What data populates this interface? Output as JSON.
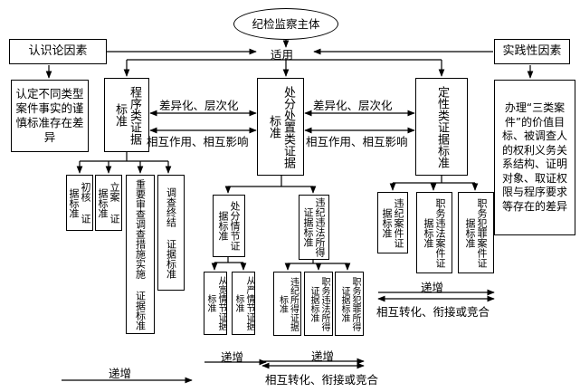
{
  "top": {
    "title": "纪检监察主体",
    "applies": "适用"
  },
  "left_factor": {
    "title": "认识论因素",
    "desc": "认定不同类型案件事实的谨慎标准存在差异"
  },
  "right_factor": {
    "title": "实践性因素",
    "desc": "办理“三类案件”的价值目标、被调查人的权利义务关系结构、证明对象、取证权限与程序要求等存在的差异"
  },
  "procedural": {
    "title": "程序类证据标准",
    "children": [
      "初核 证据标准",
      "立案 证据标准",
      "重要审查调查措施实施 证据标准",
      "调查终结 证据标准"
    ]
  },
  "disposal": {
    "title": "处分处置类证据标准",
    "circumstances": {
      "title": "处分情节证据标准",
      "children": [
        "从宽情节证据标准",
        "从严情节证据标准"
      ]
    },
    "gains": {
      "title": "违纪违法所得证据标准",
      "children": [
        "违纪所得证据标准",
        "职务违法所得证据标准",
        "职务犯罪所得证据标准"
      ]
    }
  },
  "qualitative": {
    "title": "定性类证据标准",
    "children": [
      "违纪案件证据标准",
      "职务违法案件证据标准",
      "职务犯罪案件证据标准"
    ]
  },
  "relations": {
    "difference": "差异化、层次化",
    "interaction": "相互作用、相互影响",
    "increase": "递增",
    "transform": "相互转化、衔接或竞合"
  }
}
